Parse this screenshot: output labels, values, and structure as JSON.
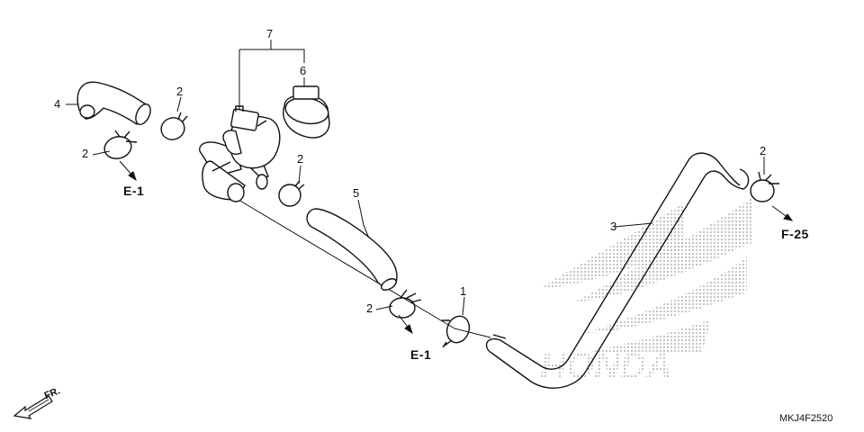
{
  "callouts": {
    "c1": "1",
    "c2a": "2",
    "c2b": "2",
    "c2c": "2",
    "c2d": "2",
    "c2e": "2",
    "c3": "3",
    "c4": "4",
    "c5": "5",
    "c6": "6",
    "c7": "7"
  },
  "refs": {
    "e1_top": "E-1",
    "e1_bottom": "E-1",
    "f25": "F-25"
  },
  "direction": "FR.",
  "diagram_code": "MKJ4F2520",
  "watermark": "HONDA",
  "colors": {
    "line": "#111111",
    "watermark_dots": "#9a9a9a",
    "background": "#ffffff"
  }
}
